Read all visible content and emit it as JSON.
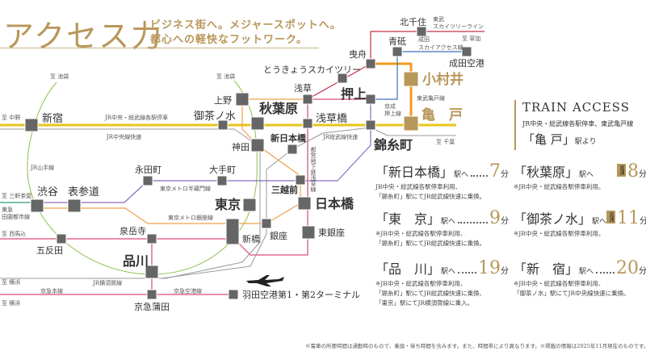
{
  "header": {
    "title": "アクセス力",
    "tagline_1": "ビジネス街へ。メジャースポットへ。",
    "tagline_2": "都心への軽快なフットワーク。"
  },
  "map": {
    "stations": {
      "shinjuku": "新宿",
      "ochanomizu": "御茶ノ水",
      "akihabara": "秋葉原",
      "asakusabashi": "浅草橋",
      "kinshicho": "錦糸町",
      "kameido": "亀　戸",
      "komurai": "小村井",
      "oshiage": "押上",
      "hikifune": "曳舟",
      "kitasenju": "北千住",
      "aoto": "青砥",
      "narita": "成田空港",
      "skytree": "とうきょうスカイツリー",
      "asakusa": "浅草",
      "ueno": "上野",
      "kanda": "神田",
      "shinnihonbashi": "新日本橋",
      "mitsukoshimae": "三越前",
      "nihonbashi": "日本橋",
      "higashiginza": "東銀座",
      "ginza": "銀座",
      "shinbashi": "新橋",
      "tokyo": "東京",
      "otemachi": "大手町",
      "nagatacho": "永田町",
      "omotesando": "表参道",
      "shibuya": "渋谷",
      "gotanda": "五反田",
      "sengakuji": "泉岳寺",
      "shinagawa": "品川",
      "keikyukamata": "京急蒲田",
      "haneda": "羽田空港第1・第2ターミナル"
    },
    "line_labels": {
      "chuo_sobu_local": "JR中央・総武線各駅停車",
      "chuo_rapid": "JR中央線快速",
      "yamanote": "JR山手線",
      "hanzomon": "東京メトロ半蔵門線",
      "ginza": "東京メトロ銀座線",
      "yokosuka": "JR横須賀線",
      "keikyu_main": "京急本線",
      "keikyu_airport": "京急空港線",
      "sobu_rapid": "JR総武線快速",
      "asakusa_line": "都営地下鉄浅草線",
      "tobu_skytree_1": "東武",
      "tobu_skytree_2": "スカイツリーライン",
      "skyaccess_1": "成田",
      "skyaccess_2": "スカイアクセス線",
      "tobu_kameido": "東武亀戸線",
      "keisei_oshiage_1": "京成",
      "keisei_oshiage_2": "押上線",
      "denentoshi_1": "東急",
      "denentoshi_2": "田園都市線"
    },
    "directions": {
      "ikebukuro_w": "至 池袋",
      "ikebukuro_e": "至 池袋",
      "nakano": "至 中野",
      "sangenjaya": "至 三軒茶屋",
      "nishimagome": "至 西馬込",
      "yokohama_1": "至 横浜",
      "yokohama_2": "至 横浜",
      "chiba": "至 千葉",
      "soka": "至 草加"
    }
  },
  "train_access": {
    "heading": "TRAIN ACCESS",
    "subtitle": "JR中央・総武線各駅停車、東武亀戸線",
    "origin": "「亀 戸」",
    "origin_suffix": "駅より"
  },
  "routes": [
    {
      "station": "「新日本橋」",
      "suffix": "駅へ",
      "minutes": "7",
      "unit": "分",
      "notes": [
        "JR中央・総武線各駅停車利用、",
        "「錦糸町」駅にてJR総武線快速に乗換。"
      ]
    },
    {
      "station": "「秋葉原」",
      "suffix": "駅へ",
      "badge": "直通",
      "minutes": "8",
      "unit": "分",
      "notes": [
        "※JR中央・総武線各駅停車利用。"
      ]
    },
    {
      "station": "「東　京」",
      "suffix": "駅へ",
      "minutes": "9",
      "unit": "分",
      "notes": [
        "※JR中央・総武線各駅停車利用、",
        "「錦糸町」駅にてJR総武線快速に乗換。"
      ]
    },
    {
      "station": "「御茶ノ水」",
      "suffix": "駅へ",
      "badge": "直通",
      "minutes": "11",
      "unit": "分",
      "notes": [
        "※JR中央・総武線各駅停車利用。"
      ]
    },
    {
      "station": "「品　川」",
      "suffix": "駅へ",
      "minutes": "19",
      "unit": "分",
      "notes": [
        "※JR中央・総武線各駅停車利用、",
        "「錦糸町」駅にてJR総武線快速に乗換、",
        "「東京」駅にてJR横須賀線に乗入。"
      ]
    },
    {
      "station": "「新　宿」",
      "suffix": "駅へ",
      "minutes": "20",
      "unit": "分",
      "notes": [
        "※JR中央・総武線各駅停車利用、",
        "「御茶ノ水」駅にてJR中央線快速に乗換。"
      ]
    }
  ],
  "footnote": "※電車の所要時間は通勤時のもので、乗換・待ち時間を含みます。また、時間帯により異なります。※掲載の情報は2025年11月現在のものです。",
  "colors": {
    "gold": "#b8975a",
    "chuo_sobu": "#e6c619",
    "ginza": "#f0a04b",
    "hanzomon": "#8a6cc0",
    "asakusa": "#e06a8f",
    "tobu": "#c8324a",
    "keisei": "#3a70c0",
    "tobu_kameido": "#f39a1e",
    "yamanote": "#8cc24a",
    "jr_rapid": "#999999",
    "denentoshi": "#2a9a80"
  }
}
